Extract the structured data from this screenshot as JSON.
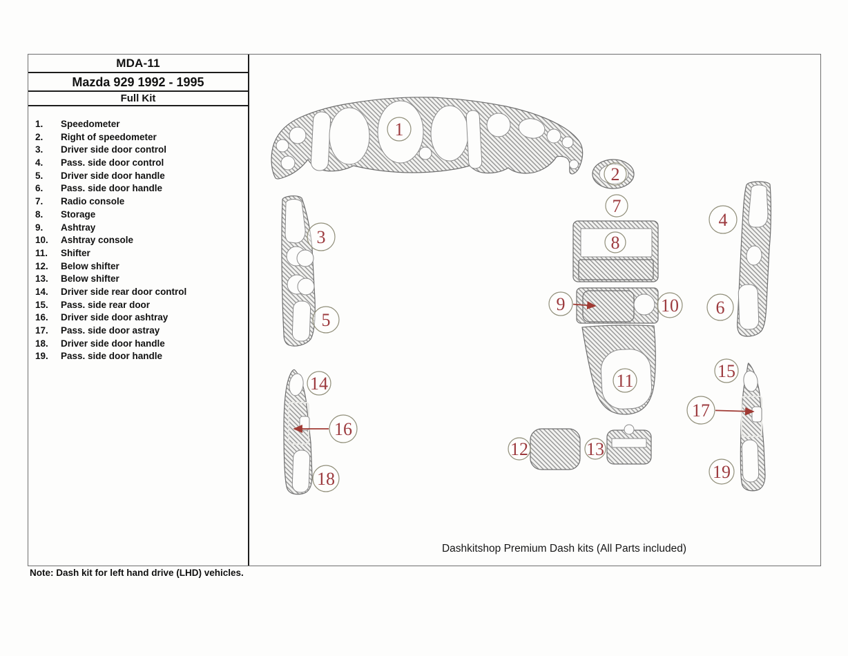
{
  "header": {
    "kit_code": "MDA-11",
    "vehicle": "Mazda 929 1992 - 1995",
    "kit_type": "Full Kit"
  },
  "parts": [
    {
      "num": 1,
      "label": "Speedometer"
    },
    {
      "num": 2,
      "label": "Right of speedometer"
    },
    {
      "num": 3,
      "label": "Driver side door control"
    },
    {
      "num": 4,
      "label": "Pass. side door control"
    },
    {
      "num": 5,
      "label": "Driver side door handle"
    },
    {
      "num": 6,
      "label": "Pass. side door handle"
    },
    {
      "num": 7,
      "label": "Radio console"
    },
    {
      "num": 8,
      "label": "Storage"
    },
    {
      "num": 9,
      "label": "Ashtray"
    },
    {
      "num": 10,
      "label": "Ashtray console"
    },
    {
      "num": 11,
      "label": "Shifter"
    },
    {
      "num": 12,
      "label": "Below shifter"
    },
    {
      "num": 13,
      "label": "Below shifter"
    },
    {
      "num": 14,
      "label": "Driver side rear door control"
    },
    {
      "num": 15,
      "label": "Pass. side rear door"
    },
    {
      "num": 16,
      "label": "Driver side door ashtray"
    },
    {
      "num": 17,
      "label": "Pass. side door astray"
    },
    {
      "num": 18,
      "label": "Driver side door handle"
    },
    {
      "num": 19,
      "label": "Pass. side door handle"
    }
  ],
  "caption": "Dashkitshop Premium Dash kits (All Parts included)",
  "note": "Note: Dash kit for left hand drive (LHD)  vehicles.",
  "colors": {
    "callout_text": "#9c3a3e",
    "arrow": "#a03a33",
    "hatch_line": "#8e8e8e",
    "outline": "#6f6f6f"
  }
}
